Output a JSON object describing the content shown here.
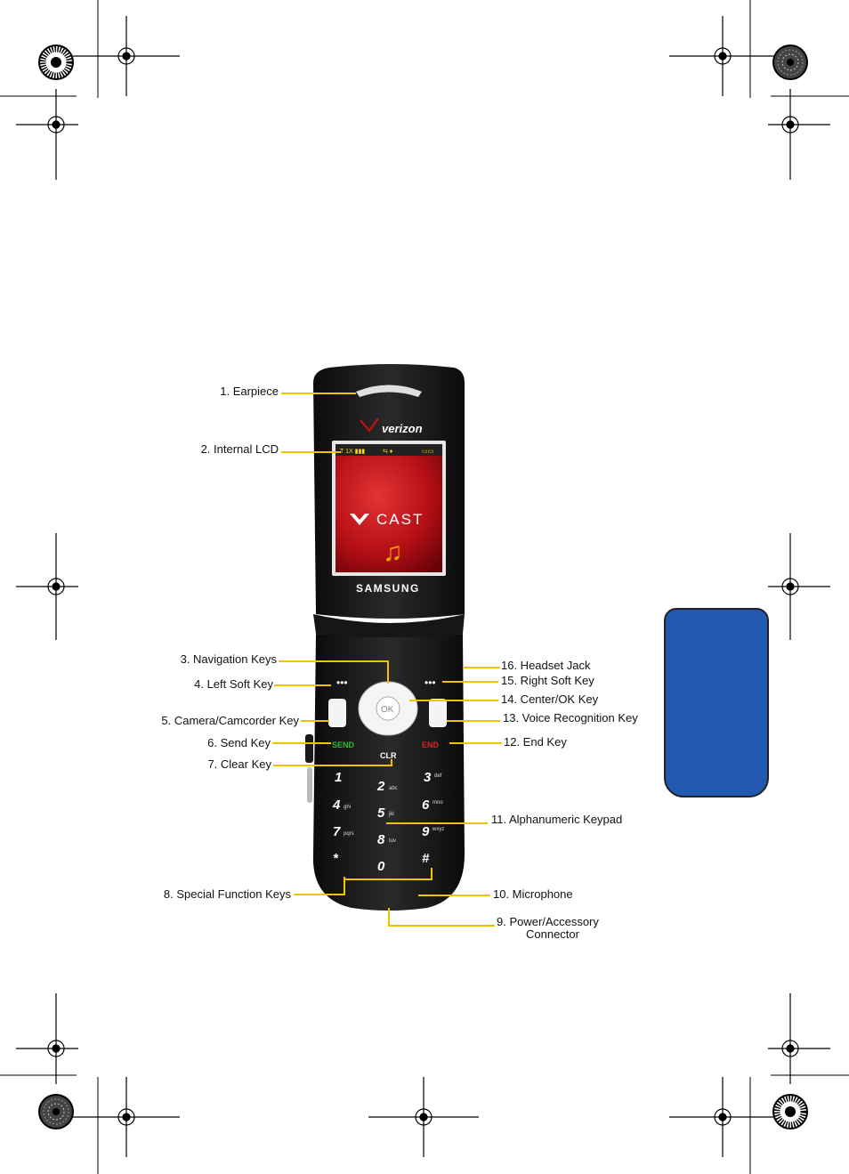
{
  "phone": {
    "brand_top": "verizon",
    "cast_text": "CAST",
    "brand_bottom": "SAMSUNG",
    "keys": {
      "send": "SEND",
      "end": "END",
      "clr": "CLR",
      "ok": "OK",
      "k1": "1",
      "k2": "2",
      "k3": "3",
      "k4": "4",
      "k5": "5",
      "k6": "6",
      "k7": "7",
      "k8": "8",
      "k9": "9",
      "kstar": "*",
      "k0": "0",
      "khash": "#",
      "k2_sub": "abc",
      "k3_sub": "def",
      "k4_sub": "ghi",
      "k5_sub": "jkl",
      "k6_sub": "mno",
      "k7_sub": "pqrs",
      "k8_sub": "tuv",
      "k9_sub": "wxyz"
    }
  },
  "callouts": {
    "c1": "1. Earpiece",
    "c2": "2. Internal LCD",
    "c3": "3. Navigation Keys",
    "c4": "4. Left Soft Key",
    "c5": "5. Camera/Camcorder Key",
    "c6": "6. Send Key",
    "c7": "7. Clear Key",
    "c8": "8. Special Function Keys",
    "c9a": "9. Power/Accessory",
    "c9b": "Connector",
    "c10": "10. Microphone",
    "c11": "11. Alphanumeric Keypad",
    "c12": "12. End Key",
    "c13": "13. Voice Recognition Key",
    "c14": "14. Center/OK Key",
    "c15": "15. Right Soft Key",
    "c16": "16. Headset Jack"
  },
  "colors": {
    "leader": "#f2c200",
    "tab": "#2158b0",
    "screen_red": "#c4141c"
  }
}
